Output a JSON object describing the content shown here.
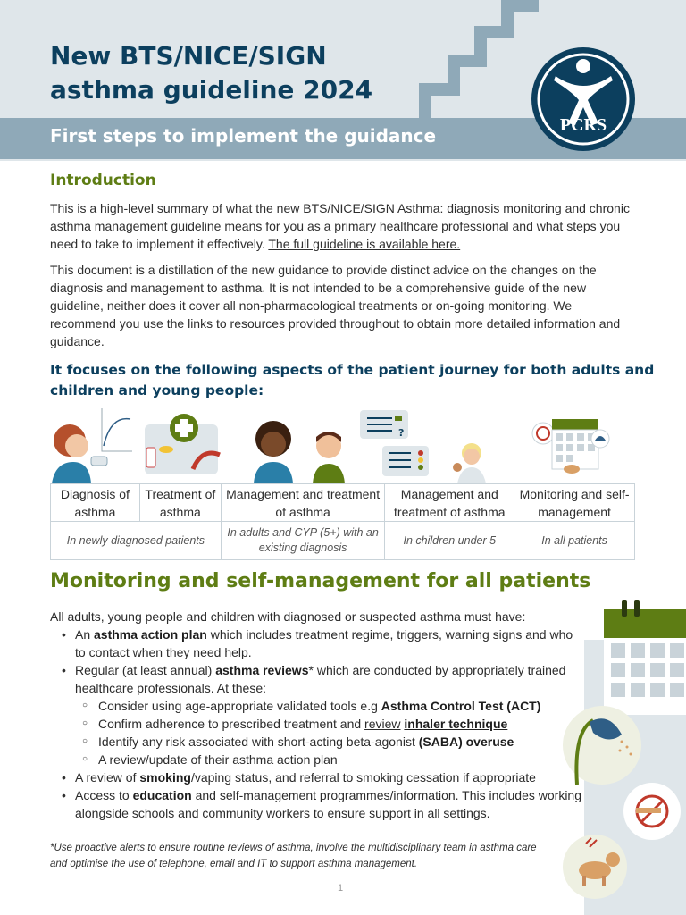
{
  "header": {
    "title_line1": "New BTS/NICE/SIGN",
    "title_line2": "asthma guideline 2024",
    "subtitle": "First steps to implement the guidance",
    "logo_text": "PCRS",
    "colors": {
      "navy": "#0c3f5e",
      "band": "#8fa9b8",
      "bg": "#dfe6ea",
      "green": "#5e7d14"
    }
  },
  "intro": {
    "heading": "Introduction",
    "p1_text": "This is a high-level summary of what the new BTS/NICE/SIGN Asthma: diagnosis monitoring and chronic asthma management guideline means for you as a primary healthcare professional and what steps you need to take to implement it effectively. ",
    "p1_link": "The full guideline is available here.",
    "p2": "This document is a distillation of the new guidance to provide distinct advice on the changes on the diagnosis and management to asthma. It is not intended to be a comprehensive guide of the new guideline, neither does it cover all non-pharmacological treatments or on-going monitoring. We recommend you use the links to resources provided throughout to obtain more detailed information and guidance.",
    "focus": "It focuses on the following aspects of the patient journey for both adults and children and young people:"
  },
  "journey": {
    "headers": [
      "Diagnosis of asthma",
      "Treatment of asthma",
      "Management and treatment of asthma",
      "Management and treatment of asthma",
      "Monitoring and self-management"
    ],
    "subs": [
      "In newly diagnosed patients",
      "In adults and CYP (5+) with an existing diagnosis",
      "In children under 5",
      "In all patients"
    ]
  },
  "monitoring": {
    "heading": "Monitoring and self-management for all patients",
    "intro": "All adults, young people and children with diagnosed or suspected asthma must have:",
    "b1_pre": "An ",
    "b1_bold": "asthma action plan",
    "b1_post": " which includes treatment regime, triggers, warning signs and who to contact when they need help.",
    "b2_pre": "Regular (at least annual) ",
    "b2_bold": "asthma reviews",
    "b2_post": "* which are conducted by appropriately trained healthcare professionals. At these:",
    "s1_pre": "Consider using age-appropriate validated tools e.g ",
    "s1_bold": "Asthma Control Test (ACT)",
    "s2_pre": "Confirm adherence to prescribed treatment and ",
    "s2_link": "review",
    "s2_bold": "inhaler technique",
    "s3_pre": "Identify any risk associated with short-acting beta-agonist ",
    "s3_bold": "(SABA) overuse",
    "s4": "A review/update of their asthma action plan",
    "b3_pre": "A review of ",
    "b3_bold": "smoking",
    "b3_post": "/vaping status, and referral to smoking cessation if appropriate",
    "b4_pre": "Access to ",
    "b4_bold": "education",
    "b4_post": " and self-management programmes/information. This includes working alongside schools and community workers to ensure support in all settings."
  },
  "footnote": "*Use proactive alerts to ensure routine reviews of asthma, involve the multidisciplinary team in asthma care and optimise the use of telephone, email and IT to support asthma management.",
  "page_number": "1",
  "icons": [
    "inhaler-person-icon",
    "first-aid-kit-icon",
    "adults-icon",
    "checklist-child-icon",
    "calendar-icon",
    "bluebell-flower-icon",
    "no-smoking-icon",
    "dog-icon"
  ]
}
